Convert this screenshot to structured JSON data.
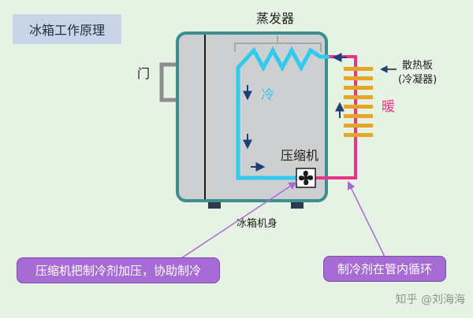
{
  "title": "冰箱工作原理",
  "labels": {
    "evaporator": "蒸发器",
    "door": "门",
    "radiator_line1": "散热板",
    "radiator_line2": "(冷凝器)",
    "cold": "冷",
    "warm": "暖",
    "compressor": "压缩机",
    "body": "冰箱机身"
  },
  "callouts": {
    "compressor_note": "压缩机把制冷剂加压，协助制冷",
    "refrigerant_note": "制冷剂在管内循环"
  },
  "watermark": "知乎 @刘海海",
  "colors": {
    "background": "#e6f3e4",
    "body_fill": "#cdcfd0",
    "body_outline": "#3e8e8d",
    "cold_pipe": "#2ecbee",
    "warm_pipe": "#e8358a",
    "condenser_fins": "#e6a526",
    "callout": "#a76bd6",
    "arrow": "#1e3f73"
  }
}
